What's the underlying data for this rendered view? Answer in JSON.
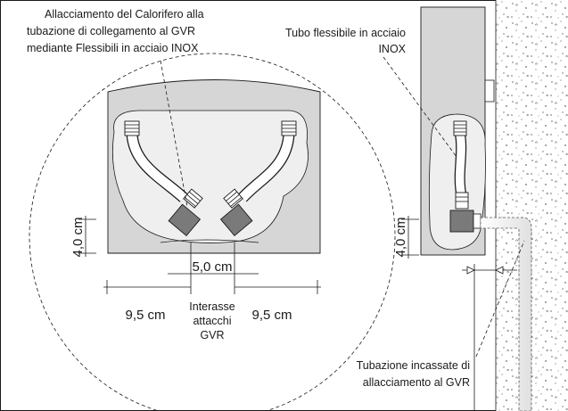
{
  "labels": {
    "connection_note_line1": "Allacciamento del Calorifero alla",
    "connection_note_line2": "tubazione di collegamento al GVR",
    "connection_note_line3": "mediante Flessibili in acciaio INOX",
    "hose_note_line1": "Tubo flessibile in acciaio",
    "hose_note_line2": "INOX",
    "pipe_note_line1": "Tubazione incassate di",
    "pipe_note_line2": "allacciamento al GVR",
    "interaxis_line1": "Interasse",
    "interaxis_line2": "attacchi",
    "interaxis_line3": "GVR"
  },
  "dimensions": {
    "height_front": "4,0 cm",
    "height_side": "4,0 cm",
    "interaxis": "5,0 cm",
    "left_offset": "9,5 cm",
    "right_offset": "9,5 cm"
  },
  "colors": {
    "niche": "#d6d6d6",
    "niche_back": "#eaeaea",
    "valve": "#7a7a7a",
    "wall_speckle": "#6a6a6a"
  }
}
